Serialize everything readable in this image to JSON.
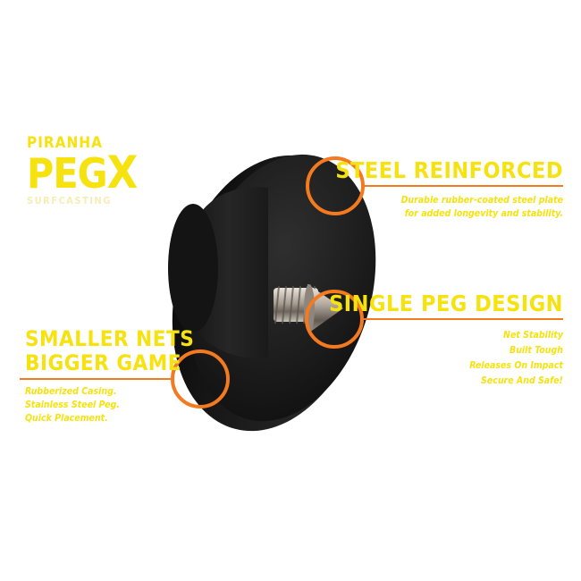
{
  "logo": {
    "brand": "PIRANHA",
    "product_main": "PEG",
    "product_accent": "X",
    "tagline": "SURFCASTING"
  },
  "features": {
    "steel": {
      "title": "STEEL REINFORCED",
      "lines": [
        "Durable rubber-coated steel plate",
        "for added longevity and stability."
      ]
    },
    "peg": {
      "title": "SINGLE PEG DESIGN",
      "lines": [
        "Net Stability",
        "Built Tough",
        "Releases On Impact",
        "Secure And Safe!"
      ]
    },
    "nets": {
      "title_line1": "SMALLER NETS",
      "title_line2": "BIGGER GAME",
      "lines": [
        "Rubberized Casing.",
        "Stainless Steel Peg.",
        "Quick Placement."
      ]
    }
  },
  "colors": {
    "text_yellow": "#f5e20f",
    "callout_orange": "#f47a1f",
    "product_black": "#1b1b1b"
  }
}
